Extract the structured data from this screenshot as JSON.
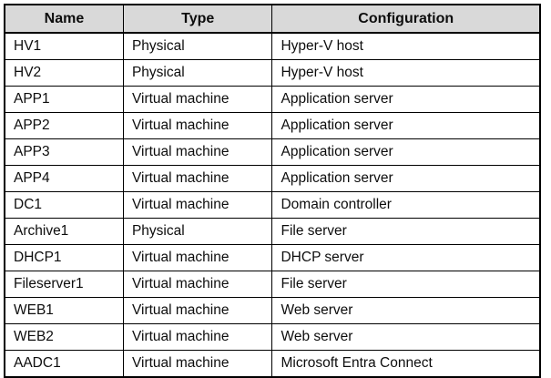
{
  "table": {
    "columns": [
      "Name",
      "Type",
      "Configuration"
    ],
    "header_background": "#d9d9d9",
    "border_color": "#000000",
    "rows": [
      {
        "name": "HV1",
        "type": "Physical",
        "configuration": "Hyper-V host"
      },
      {
        "name": "HV2",
        "type": "Physical",
        "configuration": "Hyper-V host"
      },
      {
        "name": "APP1",
        "type": "Virtual machine",
        "configuration": "Application server"
      },
      {
        "name": "APP2",
        "type": "Virtual machine",
        "configuration": "Application server"
      },
      {
        "name": "APP3",
        "type": "Virtual machine",
        "configuration": "Application server"
      },
      {
        "name": "APP4",
        "type": "Virtual machine",
        "configuration": "Application server"
      },
      {
        "name": "DC1",
        "type": "Virtual machine",
        "configuration": "Domain controller"
      },
      {
        "name": "Archive1",
        "type": "Physical",
        "configuration": "File server"
      },
      {
        "name": "DHCP1",
        "type": "Virtual machine",
        "configuration": "DHCP server"
      },
      {
        "name": "Fileserver1",
        "type": "Virtual machine",
        "configuration": "File server"
      },
      {
        "name": "WEB1",
        "type": "Virtual machine",
        "configuration": "Web server"
      },
      {
        "name": "WEB2",
        "type": "Virtual machine",
        "configuration": "Web server"
      },
      {
        "name": "AADC1",
        "type": "Virtual machine",
        "configuration": "Microsoft Entra Connect"
      }
    ]
  }
}
